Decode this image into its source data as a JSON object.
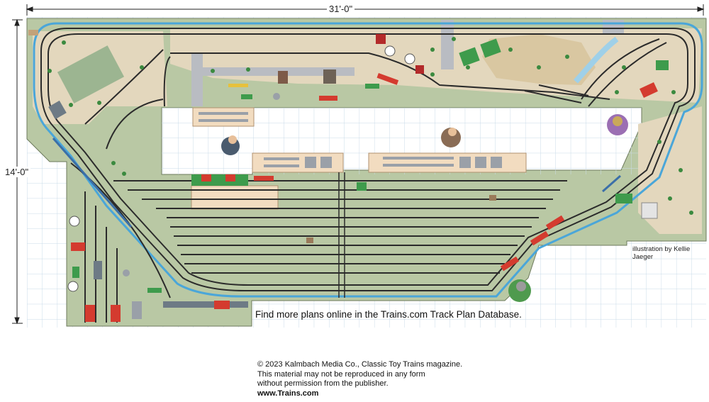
{
  "dimensions": {
    "width": "31'-0\"",
    "height": "14'-0\""
  },
  "credit": "illustration by Kellie Jaeger",
  "promo": "Find more plans online in the Trains.com Track Plan Database.",
  "copyright": {
    "line1": "© 2023 Kalmbach Media Co., Classic Toy Trains magazine.",
    "line2": "This material may not be reproduced in any form",
    "line3": "without permission from the publisher.",
    "url": "www.Trains.com"
  },
  "colors": {
    "grid": "#c9dbe8",
    "benchwork": "#b9c8a4",
    "scenery_tan": "#e3d7bd",
    "track": "#2b2b2b",
    "mainline_blue": "#4aa6d9",
    "platform": "#f2dcc0",
    "water": "#9fd0e8"
  }
}
